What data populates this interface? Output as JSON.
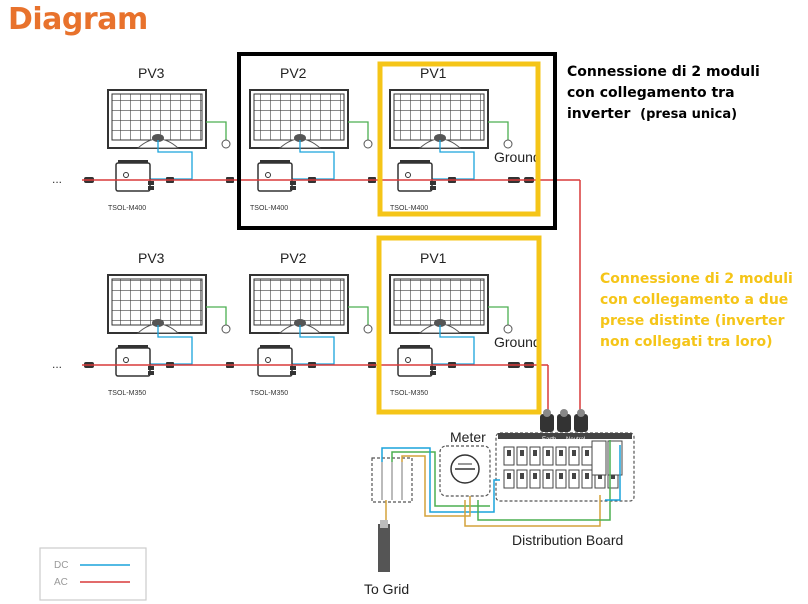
{
  "header": {
    "title": "Diagram"
  },
  "notes": {
    "black_line1": "Connessione di 2 moduli",
    "black_line2": "con collegamento tra",
    "black_line3": "inverter",
    "black_line3_suffix": "(presa unica)",
    "yellow_line1": "Connessione di 2 moduli",
    "yellow_line2": "con collegamento a due",
    "yellow_line3": "prese distinte (inverter",
    "yellow_line4": "non collegati tra loro)"
  },
  "top_row": {
    "panels": [
      "PV3",
      "PV2",
      "PV1"
    ],
    "inverter_model": "TSOL-M400",
    "ground_label": "Ground",
    "ellipsis": "..."
  },
  "bottom_row": {
    "panels": [
      "PV3",
      "PV2",
      "PV1"
    ],
    "inverter_model": "TSOL-M350",
    "ground_label": "Ground",
    "ellipsis": "..."
  },
  "labels": {
    "meter": "Meter",
    "distribution_board": "Distribution Board",
    "to_grid": "To Grid",
    "earth": "Earth",
    "neutral": "Neutral"
  },
  "legend": {
    "items": [
      {
        "label": "DC",
        "color": "#1aa3dc"
      },
      {
        "label": "AC",
        "color": "#d93a3a"
      }
    ]
  },
  "colors": {
    "title": "#e8722c",
    "dc": "#1aa3dc",
    "ac": "#d93a3a",
    "ground": "#4caf50",
    "highlight_black": "#000000",
    "highlight_yellow": "#f5c518"
  }
}
